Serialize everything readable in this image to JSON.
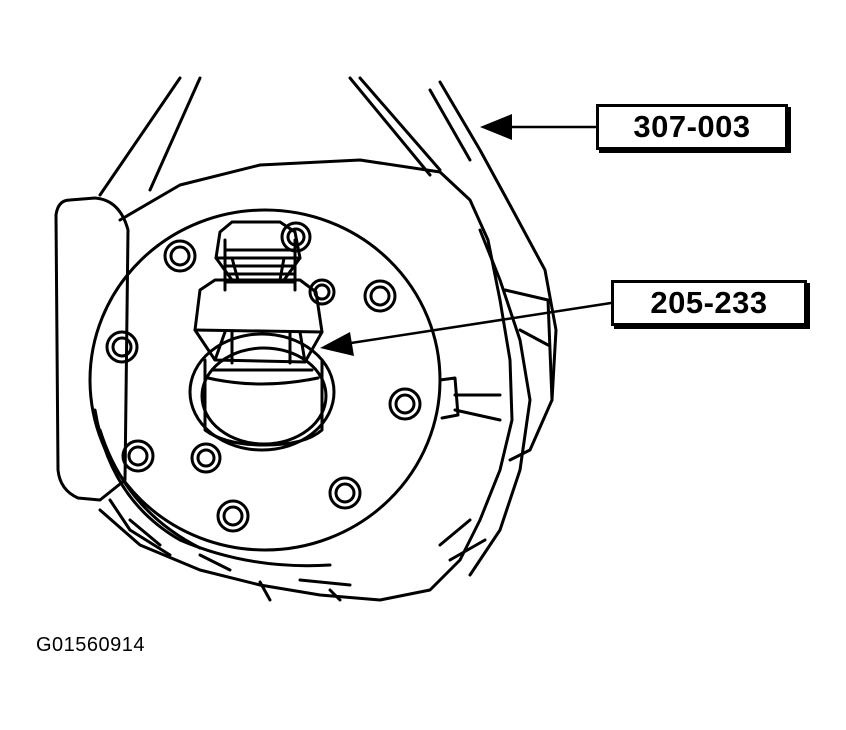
{
  "callouts": {
    "upper": "307-003",
    "middle": "205-233"
  },
  "figure_id": "G01560914",
  "colors": {
    "ink": "#000000",
    "paper": "#ffffff"
  },
  "icons": [
    "arrow-left-icon"
  ]
}
